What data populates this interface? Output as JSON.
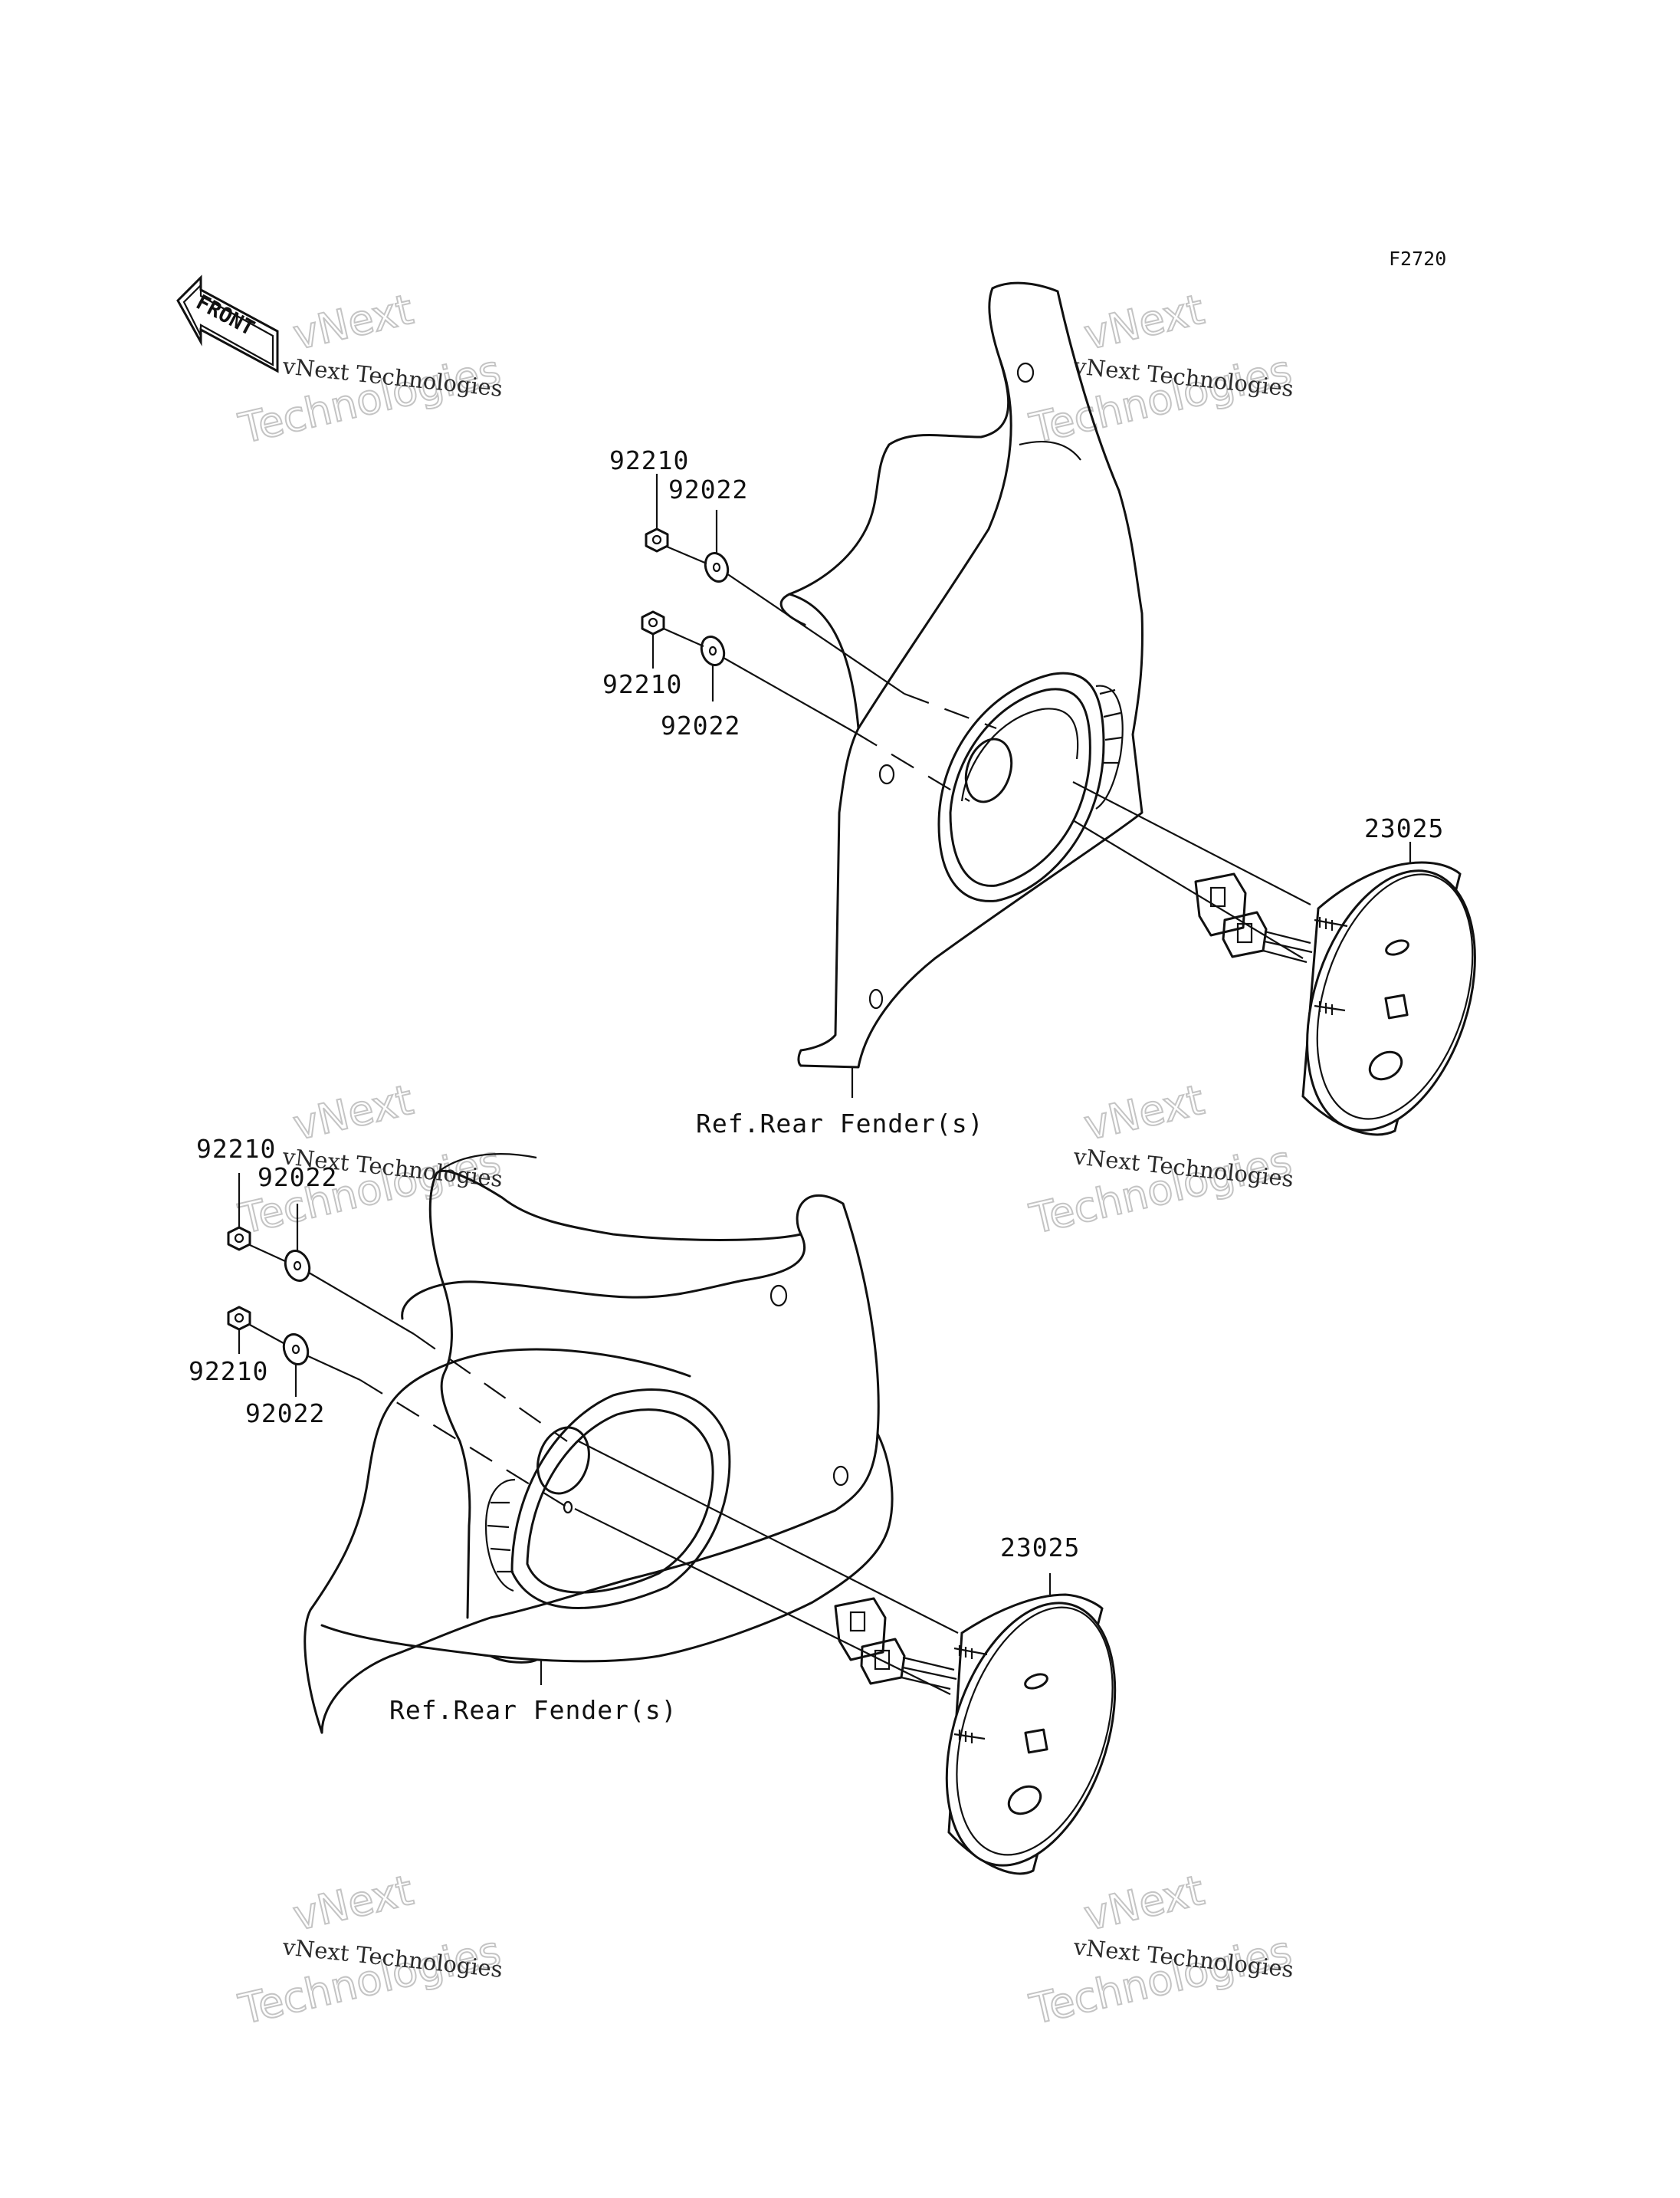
{
  "diagram_code": "F2720",
  "front_marker": "FRONT",
  "watermark": {
    "line1": "vNext Technologies",
    "line2_top": "vNext",
    "line2_bottom": "Technologies"
  },
  "upper_assembly": {
    "nut_top_label": "92210",
    "washer_top_label": "92022",
    "nut_bottom_label": "92210",
    "washer_bottom_label": "92022",
    "lamp_label": "23025",
    "fender_label": "Ref.Rear Fender(s)"
  },
  "lower_assembly": {
    "nut_top_label": "92210",
    "washer_top_label": "92022",
    "nut_bottom_label": "92210",
    "washer_bottom_label": "92022",
    "lamp_label": "23025",
    "fender_label": "Ref.Rear Fender(s)"
  }
}
